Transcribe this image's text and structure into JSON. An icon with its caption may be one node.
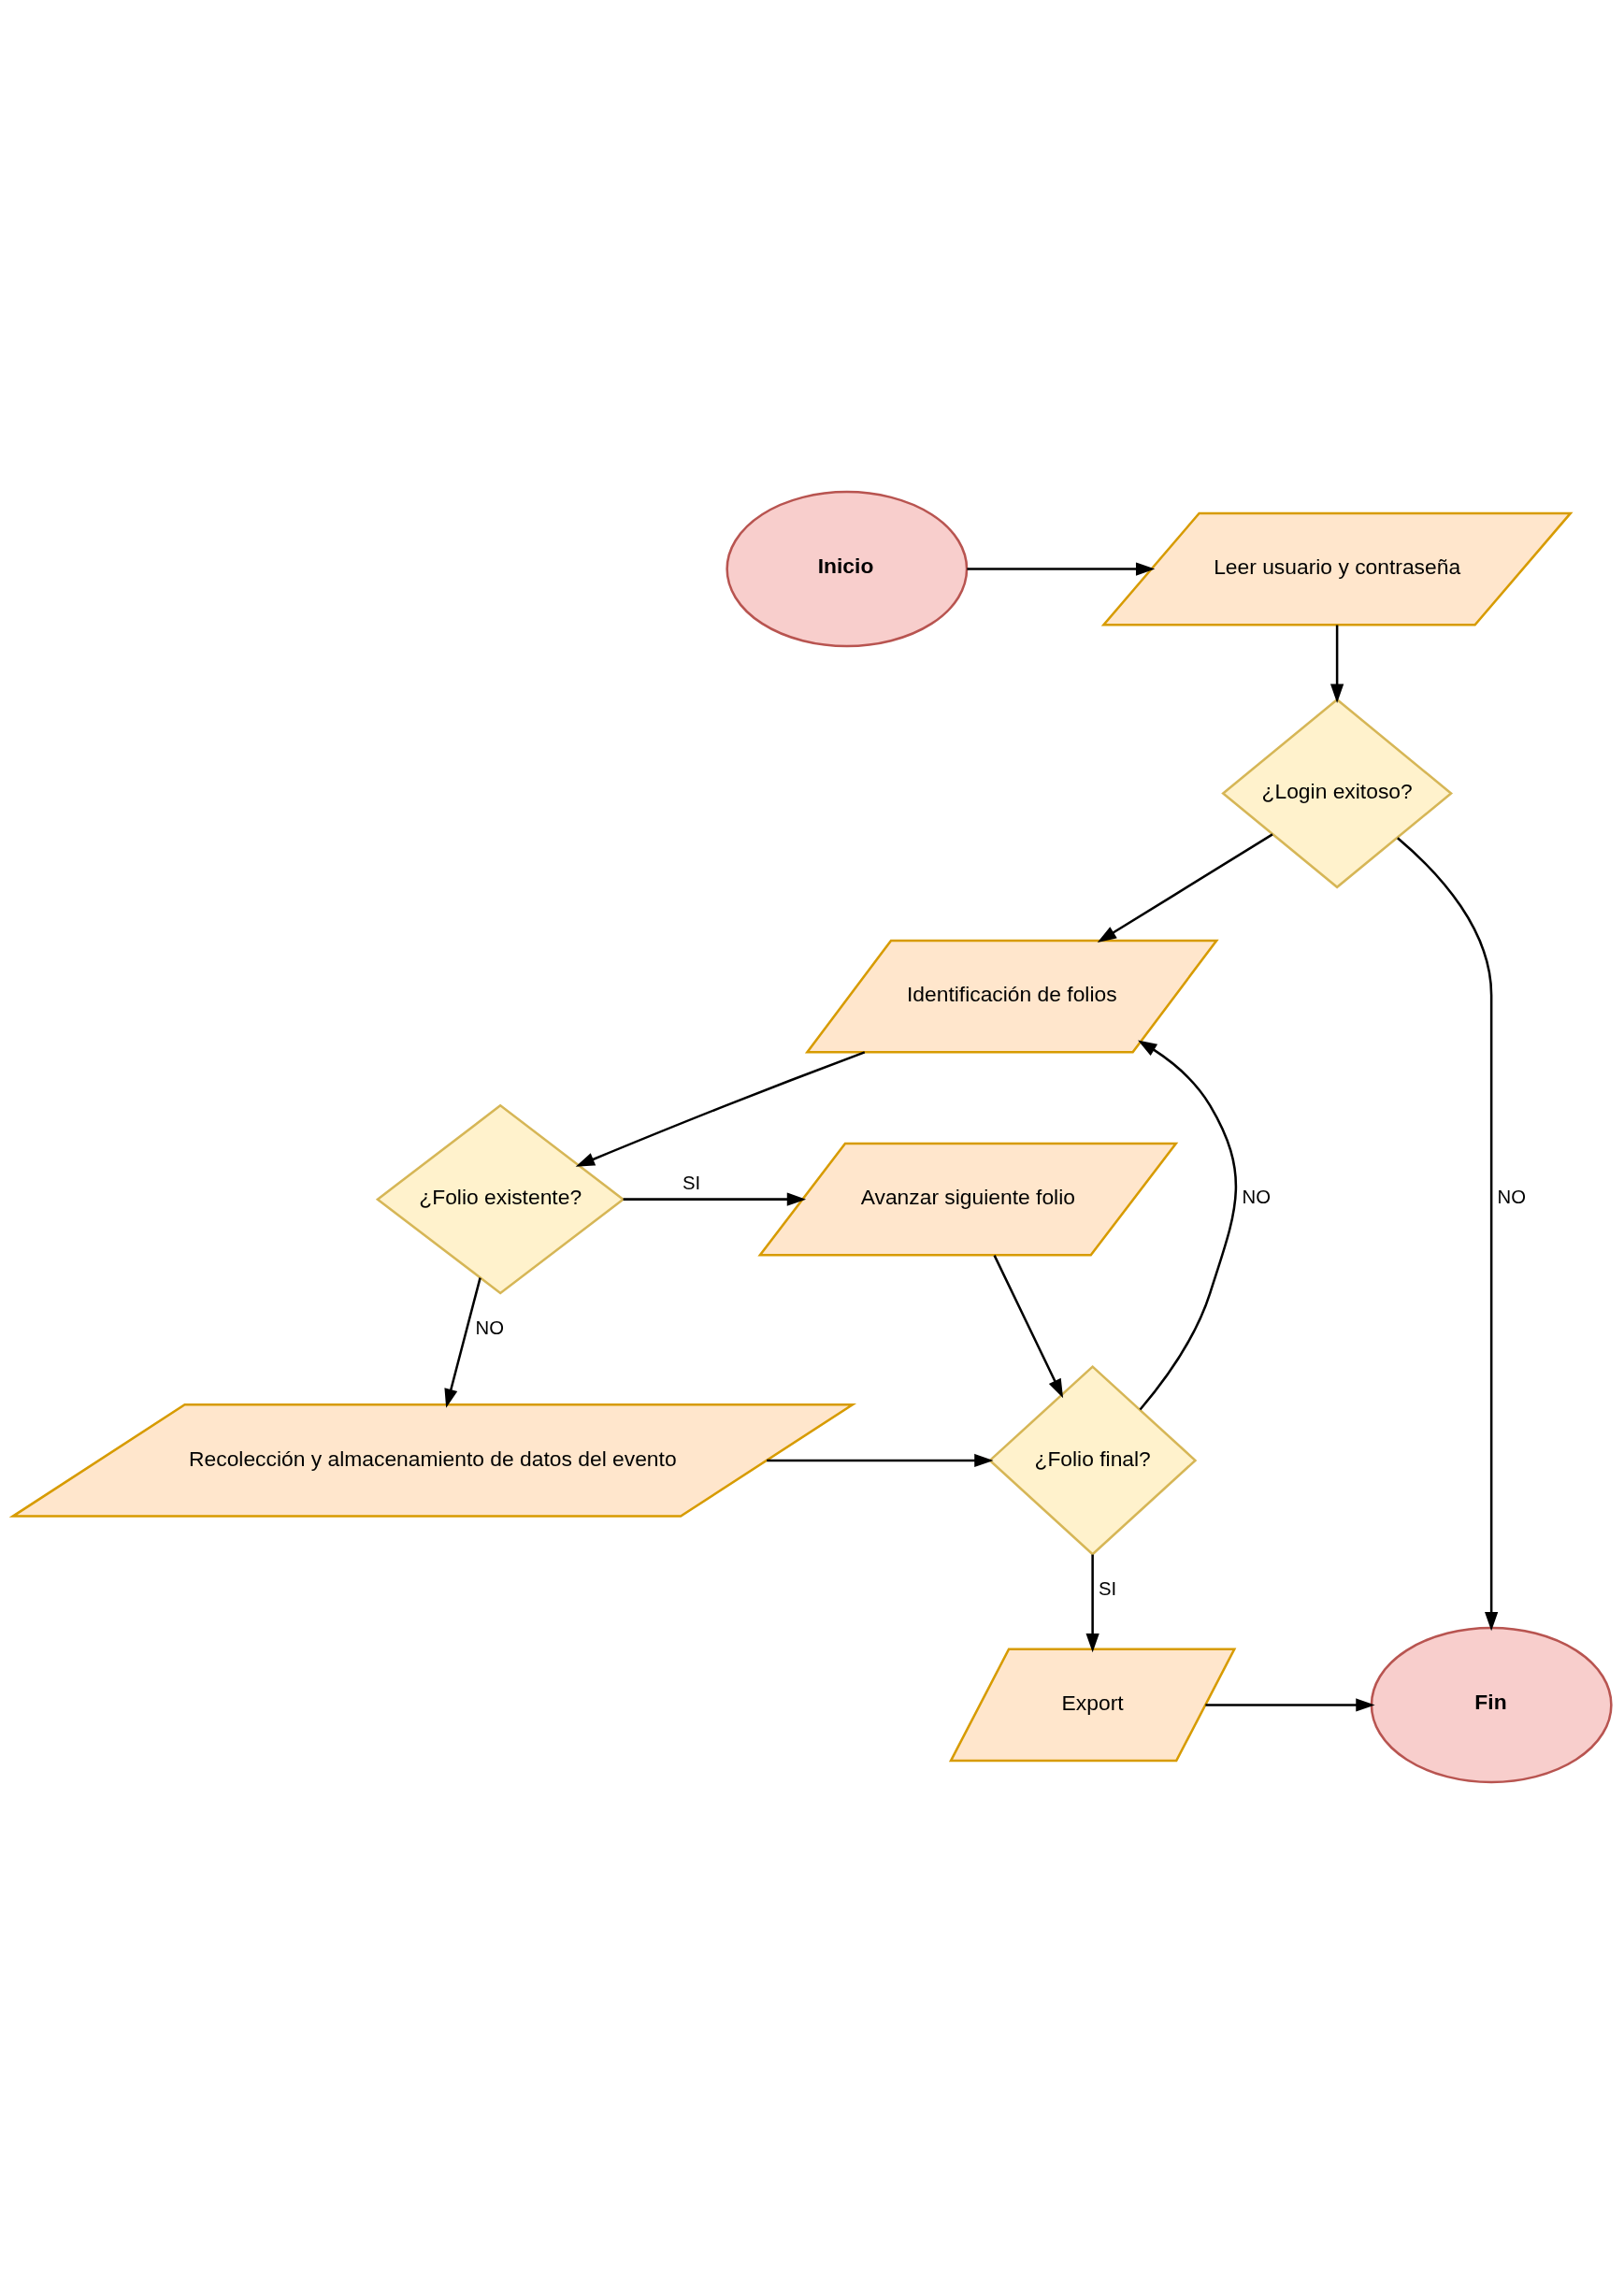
{
  "diagram": {
    "nodes": [
      {
        "text": [
          "Inicio"
        ]
      },
      {
        "text": [
          "Leer usuario y contraseña"
        ]
      },
      {
        "text": [
          "¿Login exitoso?"
        ]
      },
      {
        "text": [
          "Identificación de folios"
        ]
      },
      {
        "text": [
          "¿Folio existente?"
        ]
      },
      {
        "text": [
          "Avanzar siguiente folio"
        ]
      },
      {
        "text": [
          "Recolección y almacenamiento de datos del evento"
        ]
      },
      {
        "text": [
          "¿Folio final?"
        ]
      },
      {
        "text": [
          "Export"
        ]
      },
      {
        "text": [
          "Fin"
        ]
      }
    ],
    "edges": [
      {
        "from": 0,
        "to": 1,
        "arrow": "to"
      },
      {
        "from": 1,
        "to": 2,
        "arrow": "to"
      },
      {
        "from": 2,
        "to": 3,
        "arrow": "to"
      },
      {
        "from": 2,
        "to": 9,
        "arrow": "to",
        "label": "NO"
      },
      {
        "from": 3,
        "to": 4,
        "arrow": "to"
      },
      {
        "from": 4,
        "to": 5,
        "arrow": "to",
        "label": "SI"
      },
      {
        "from": 4,
        "to": 6,
        "arrow": "to",
        "label": "NO"
      },
      {
        "from": 5,
        "to": 7,
        "arrow": "to"
      },
      {
        "from": 6,
        "to": 7,
        "arrow": "to"
      },
      {
        "from": 7,
        "to": 3,
        "arrow": "to",
        "label": "NO"
      },
      {
        "from": 7,
        "to": 8,
        "arrow": "to",
        "label": "SI"
      },
      {
        "from": 8,
        "to": 9,
        "arrow": "to"
      }
    ]
  }
}
